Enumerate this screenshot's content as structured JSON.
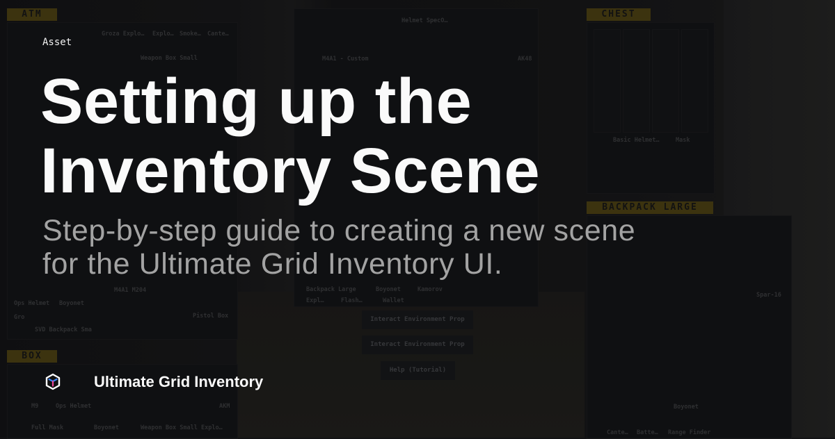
{
  "category": "Asset",
  "title_lines": [
    "Setting up the",
    "Inventory Scene"
  ],
  "subtitle_lines": [
    "Step-by-step guide to creating a new scene",
    "for the Ultimate Grid Inventory UI."
  ],
  "brand": {
    "name": "Ultimate Grid Inventory",
    "icon": "cube-icon"
  },
  "colors": {
    "background": "#131315",
    "badge": "#4d4010",
    "title": "#fafafa",
    "subtitle": "#a3a3a3",
    "cube_blue": "#3b82f6",
    "cube_pink": "#ec4899"
  },
  "background_ui": {
    "panels": {
      "atm": "ATM",
      "box": "BOX",
      "chest": "CHEST",
      "backpack": "BACKPACK LARGE"
    },
    "item_labels": {
      "groza_explo": "Groza Explo…",
      "explo": "Explo…",
      "smoke": "Smoke…",
      "cante": "Cante…",
      "weapon_box_small": "Weapon Box Small",
      "ops_helmet": "Ops Helmet",
      "boyonet": "Boyonet",
      "gro": "Gro",
      "svd_backpack": "SVD Backpack Sma",
      "m4a1_m204": "M4A1 M204",
      "pistol_box": "Pistol Box",
      "helmet_speco": "Helmet SpecO…",
      "m4a1_custom": "M4A1 - Custom",
      "ak48": "AK48",
      "backpack_large": "Backpack Large",
      "boyonet_mid": "Boyonet",
      "kamorov": "Kamorov",
      "explo_mid": "Expl…",
      "flash": "Flash…",
      "wallet": "Wallet",
      "basic_helmet": "Basic Helmet…",
      "mask": "Mask",
      "spar16": "Spar-16",
      "boyonet_right": "Boyonet",
      "cante_r": "Cante…",
      "batte": "Batte…",
      "range_finder": "Range Finder",
      "m9": "M9",
      "ops_helmet_box": "Ops Helmet",
      "akm": "AKM",
      "full_mask": "Full Mask",
      "boyonet_box": "Boyonet",
      "weapon_box_explo": "Weapon Box Small Explo…"
    },
    "buttons": [
      "Interact Environment Prop",
      "Interact Environment Prop",
      "Help (Tutorial)"
    ]
  }
}
